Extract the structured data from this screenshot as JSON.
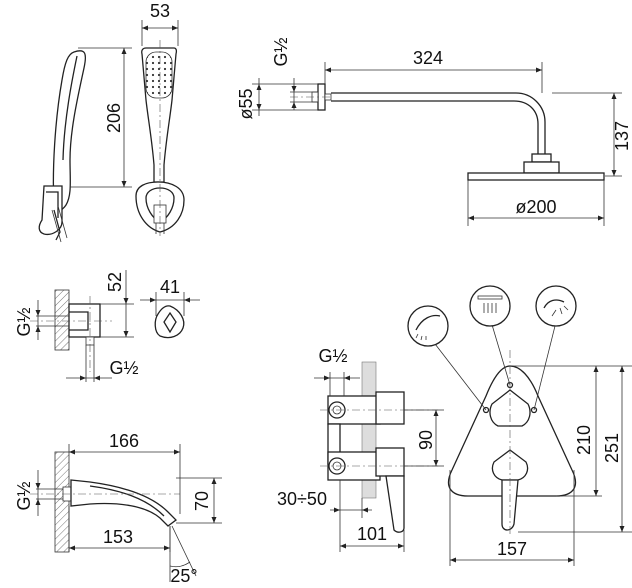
{
  "dimensions": {
    "hand_shower_width": "53",
    "hand_shower_height": "206",
    "arm_thread": "G½",
    "shower_head_diameter_flange": "ø55",
    "arm_length": "324",
    "arm_drop": "137",
    "head_diameter": "ø200",
    "outlet_thread": "G½",
    "outlet_height": "52",
    "outlet_width": "41",
    "outlet_thread_bottom": "G½",
    "spout_length": "166",
    "spout_thread": "G½",
    "spout_height": "70",
    "spout_projection": "153",
    "spout_angle": "25°",
    "valve_thread": "G½",
    "valve_spacing": "90",
    "valve_depth_range": "30÷50",
    "valve_depth": "101",
    "plate_height_inner": "210",
    "plate_height": "251",
    "plate_width": "157"
  },
  "icons": [
    "hand-shower-icon",
    "overhead-shower-icon",
    "spray-shower-icon"
  ]
}
